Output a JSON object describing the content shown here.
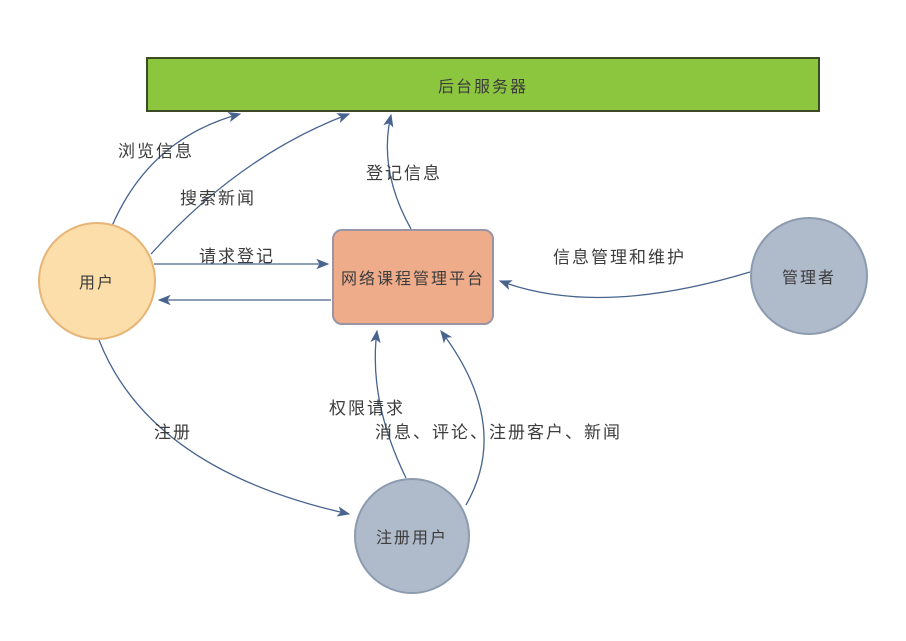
{
  "diagram": {
    "type": "data-flow-diagram",
    "nodes": {
      "server": {
        "label": "后台服务器",
        "shape": "rectangle",
        "fill": "#8cc63f"
      },
      "user": {
        "label": "用户",
        "shape": "circle",
        "fill": "#fbdea9"
      },
      "platform": {
        "label": "网络课程管理平台",
        "shape": "rounded-rectangle",
        "fill": "#efac8a"
      },
      "admin": {
        "label": "管理者",
        "shape": "circle",
        "fill": "#afbaca"
      },
      "registered": {
        "label": "注册用户",
        "shape": "circle",
        "fill": "#afbaca"
      }
    },
    "edges": [
      {
        "label": "浏览信息",
        "from": "user",
        "to": "server"
      },
      {
        "label": "搜索新闻",
        "from": "user",
        "to": "server"
      },
      {
        "label": "登记信息",
        "from": "platform",
        "to": "server"
      },
      {
        "label": "请求登记",
        "from": "user",
        "to": "platform"
      },
      {
        "label": "",
        "from": "platform",
        "to": "user"
      },
      {
        "label": "信息管理和维护",
        "from": "admin",
        "to": "platform"
      },
      {
        "label": "注册",
        "from": "user",
        "to": "registered"
      },
      {
        "label": "权限请求",
        "from": "registered",
        "to": "platform"
      },
      {
        "label": "消息、评论、注册客户、新闻",
        "from": "registered",
        "to": "platform"
      }
    ],
    "colors": {
      "arrow": "#47638e",
      "text": "#3c3c3c",
      "server_fill": "#8cc63f",
      "user_fill": "#fbdea9",
      "platform_fill": "#efac8a",
      "gray_circle_fill": "#afbaca",
      "background": "#ffffff"
    }
  }
}
